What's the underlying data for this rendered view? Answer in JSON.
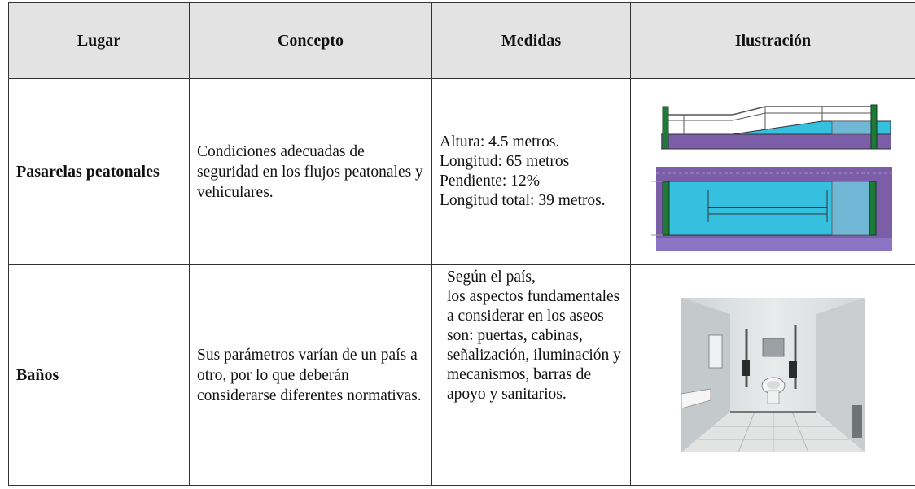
{
  "table": {
    "headers": [
      "Lugar",
      "Concepto",
      "Medidas",
      "Ilustración"
    ],
    "rows": [
      {
        "place": "Pasarelas peatonales",
        "concept": "Condiciones adecuadas de seguridad en los flujos peatonales y vehiculares.",
        "measures": "Altura: 4.5 metros.\nLongitud: 65 metros\nPendiente: 12%\nLongitud total: 39 metros.",
        "illustration": "footbridge-elevation-and-plan-drawing"
      },
      {
        "place": "Baños",
        "concept": "Sus parámetros varían de un país a otro, por lo que deberán considerarse diferentes normativas.",
        "measures": "Según el país,\nlos aspectos fundamentales a considerar en los aseos son: puertas, cabinas, señalización, iluminación y mecanismos, barras de apoyo y sanitarios.",
        "illustration": "accessible-bathroom-photo"
      }
    ]
  },
  "colors": {
    "header_bg": "#e3e3e3",
    "water_cyan": "#35c0e0",
    "ground_purple": "#7b5ea7",
    "post_green": "#1f7a3a"
  }
}
